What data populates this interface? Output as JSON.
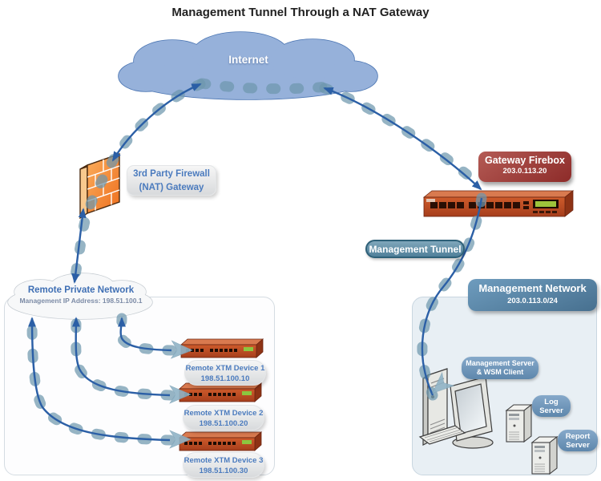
{
  "title": "Management Tunnel Through a NAT Gateway",
  "internet": {
    "label": "Internet"
  },
  "nat_firewall": {
    "line1": "3rd Party Firewall",
    "line2": "(NAT) Gateway"
  },
  "gateway_firebox": {
    "name": "Gateway Firebox",
    "ip": "203.0.113.20"
  },
  "tunnel": {
    "label": "Management Tunnel"
  },
  "remote_network": {
    "title": "Remote Private Network",
    "subtitle": "Management IP Address: 198.51.100.1",
    "devices": [
      {
        "name": "Remote XTM Device 1",
        "ip": "198.51.100.10"
      },
      {
        "name": "Remote XTM Device 2",
        "ip": "198.51.100.20"
      },
      {
        "name": "Remote XTM Device 3",
        "ip": "198.51.100.30"
      }
    ]
  },
  "management_network": {
    "title": "Management Network",
    "subnet": "203.0.113.0/24",
    "management_server": {
      "line1": "Management Server",
      "line2": "& WSM Client"
    },
    "log_server": {
      "line1": "Log",
      "line2": "Server"
    },
    "report_server": {
      "line1": "Report",
      "line2": "Server"
    }
  },
  "colors": {
    "cloud_fill": "#96B1DA",
    "cloud_stroke": "#4C76B3",
    "tunnel_dash": "#6D97AD",
    "tunnel_wire": "#2B5FA6",
    "firebox_label_red": "#9B3533",
    "steel_blue_label": "#5E88A4",
    "appliance_orange": "#C44E28",
    "firewall_orange": "#F5902E",
    "device_label_text": "#4B7BBE"
  }
}
